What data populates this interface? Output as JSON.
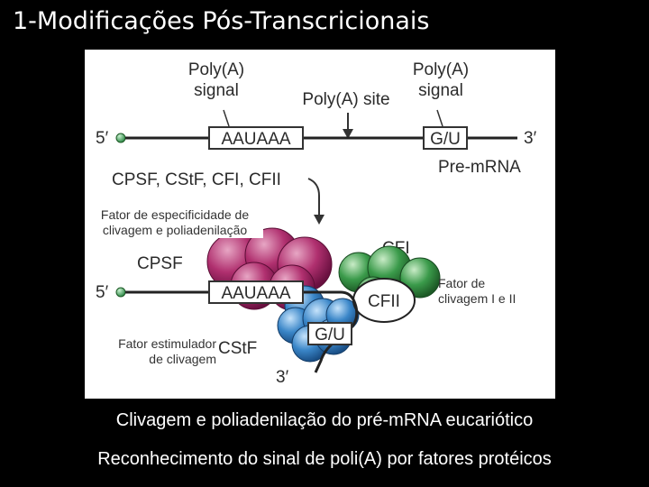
{
  "slide_title": "1-Modificações Pós-Transcricionais",
  "figure": {
    "poly_a_signal_left": [
      "Poly(A)",
      "signal"
    ],
    "poly_a_signal_right": [
      "Poly(A)",
      "signal"
    ],
    "poly_a_site": "Poly(A) site",
    "five_prime": "5′",
    "three_prime": "3′",
    "aauaaa": "AAUAAA",
    "gu": "G/U",
    "pre_mrna": "Pre-mRNA",
    "factors": "CPSF, CStF, CFI, CFII",
    "cpsf": "CPSF",
    "cfi": "CFI",
    "cfii": "CFII",
    "cstf": "CStF",
    "note_cpsf": [
      "Fator de especificidade de",
      "clivagem e poliadenilação"
    ],
    "note_cf": [
      "Fator de",
      "clivagem I e II"
    ],
    "note_cstf": [
      "Fator estimulador",
      "de clivagem"
    ]
  },
  "captions": {
    "line1": "Clivagem e poliadenilação do pré-mRNA eucariótico",
    "line2": "Reconhecimento do sinal de poli(A) por fatores protéicos"
  },
  "colors": {
    "cpsf": "#b0306f",
    "cfi": "#3a9a4a",
    "cstf": "#3a86c8",
    "dot": "#3aa85a"
  }
}
